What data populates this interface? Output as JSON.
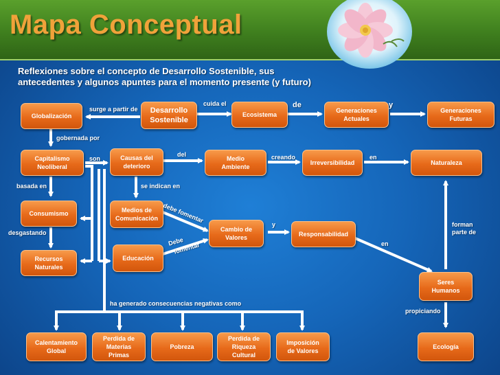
{
  "header": {
    "title": "Mapa Conceptual",
    "subtitle": "Reflexiones sobre el concepto de Desarrollo Sostenible, sus antecedentes y algunos apuntes para el momento presente (y futuro)"
  },
  "nodes": {
    "globalizacion": "Globalización",
    "desarrollo_sostenible": "Desarrollo\nSostenible",
    "ecosistema": "Ecosistema",
    "generaciones_actuales": "Generaciones\nActuales",
    "generaciones_futuras": "Generaciones\nFuturas",
    "capitalismo": "Capitalismo\nNeoliberal",
    "causas": "Causas del\ndeterioro",
    "medio_ambiente": "Medio\nAmbiente",
    "irreversibilidad": "Irreversibilidad",
    "naturaleza": "Naturaleza",
    "consumismo": "Consumismo",
    "medios": "Medios de\nComunicación",
    "cambio_valores": "Cambio de\nValores",
    "responsabilidad": "Responsabilidad",
    "recursos": "Recursos\nNaturales",
    "educacion": "Educación",
    "seres_humanos": "Seres\nHumanos",
    "calentamiento": "Calentamiento\nGlobal",
    "perdida_materias": "Perdida de\nMaterias\nPrimas",
    "pobreza": "Pobreza",
    "perdida_riqueza": "Perdida de\nRiqueza\nCultural",
    "imposicion": "Imposición\nde Valores",
    "ecologia": "Ecología"
  },
  "links": {
    "surge": "surge a partir de",
    "cuida": "cuida el",
    "de": "de",
    "y1": "y",
    "gobernada": "gobernada por",
    "son": "son",
    "del": "del",
    "creando": "creando",
    "en1": "en",
    "basada": "basada en",
    "se_indican": "se indican en",
    "debe_fomentar_1": "debe fomentar",
    "debe_fomentar_2a": "Debe",
    "debe_fomentar_2b": "fomentar",
    "y2": "y",
    "forman": "forman\nparte de",
    "desgastando": "desgastando",
    "en2": "en",
    "consecuencias": "ha generado consecuencias negativas como",
    "propiciando": "propiciando"
  },
  "colors": {
    "background": "#1565b8",
    "banner": "#3f7f1e",
    "node": "#e76a1a",
    "title": "#f0a23a",
    "arrow": "#ffffff"
  }
}
